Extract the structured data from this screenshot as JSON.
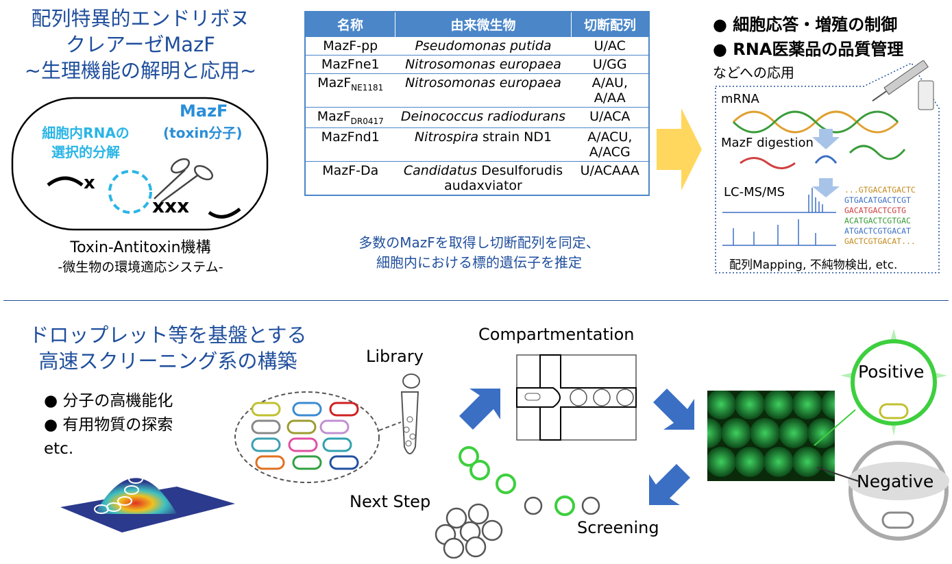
{
  "top_left": {
    "title": [
      "配列特異的エンドリボヌ",
      "クレアーゼMazF",
      "~生理機能の解明と応用~"
    ],
    "cell_label_rna": [
      "細胞内RNAの",
      "選択的分解"
    ],
    "mazf_label": "MazF",
    "toxin_label": "(toxin分子)",
    "x_mark": "x",
    "xxx_mark": "xxx",
    "caption1": "Toxin-Antitoxin機構",
    "caption2": "-微生物の環境適応システム-"
  },
  "table": {
    "headers": [
      "名称",
      "由来微生物",
      "切断配列"
    ],
    "rows": [
      {
        "name": "MazF-pp",
        "sub": "",
        "org_it": "Pseudomonas putida",
        "org": "",
        "seq": [
          "U/AC"
        ]
      },
      {
        "name": "MazFne1",
        "sub": "",
        "org_it": "Nitrosomonas europaea",
        "org": "",
        "seq": [
          "U/GG"
        ]
      },
      {
        "name": "MazF",
        "sub": "NE1181",
        "org_it": "Nitrosomonas europaea",
        "org": "",
        "seq": [
          "A/AU,",
          "A/AA"
        ]
      },
      {
        "name": "MazF",
        "sub": "DR0417",
        "org_it": "Deinococcus radiodurans",
        "org": "",
        "seq": [
          "U/ACA"
        ]
      },
      {
        "name": "MazFnd1",
        "sub": "",
        "org_it": "Nitrospira",
        "org": " strain ND1",
        "seq": [
          "A/ACU,",
          "A/ACG"
        ]
      },
      {
        "name": "MazF-Da",
        "sub": "",
        "org_it": "Candidatus",
        "org": " Desulforudis audaxviator",
        "seq": [
          "U/ACAAA"
        ]
      }
    ],
    "caption": [
      "多数のMazFを取得し切断配列を同定、",
      "細胞内における標的遺伝子を推定"
    ]
  },
  "top_right": {
    "bullets": [
      "● 細胞応答・増殖の制御",
      "● RNA医薬品の品質管理"
    ],
    "sub": "などへの応用",
    "mrna": "mRNA",
    "digestion": "MazF digestion",
    "lcms": "LC-MS/MS",
    "seqs": [
      "...GTGACATGACTC",
      "GTGACATGACTCGT",
      "GACATGACTCGTG",
      "ACATGACTCGTGAC",
      "ATGACTCGTGACAT",
      "GACTCGTGACAT..."
    ],
    "footer": "配列Mapping, 不純物検出, etc."
  },
  "bottom": {
    "title": [
      "ドロップレット等を基盤とする",
      "高速スクリーニング系の構築"
    ],
    "bullets": [
      "● 分子の高機能化",
      "● 有用物質の探索"
    ],
    "etc": "etc.",
    "library": "Library",
    "compartmentation": "Compartmentation",
    "positive": "Positive",
    "negative": "Negative",
    "next_step": "Next Step",
    "screening": "Screening"
  },
  "colors": {
    "title_blue": "#1f4e9c",
    "cyan": "#2ab5e6",
    "table_blue": "#4a86c8",
    "arrow_blue": "#3a6fc4",
    "arrow_yellow": "#ffd75e",
    "green": "#3ecf3e"
  }
}
